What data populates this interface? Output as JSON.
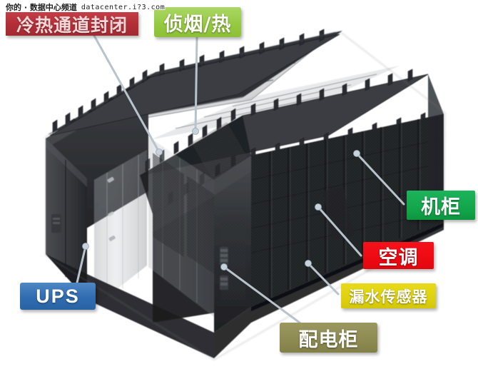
{
  "image": {
    "subject": "data-center-isometric-render",
    "description": "数据中心机柜阵列立体示意图",
    "background_color": "#ffffff"
  },
  "watermark": {
    "site_cn": "你的 · 数据中心频道",
    "url": "datacenter.i?3.com"
  },
  "annotations": [
    {
      "id": "aisle",
      "label": "冷热通道封闭",
      "color": "#ab1f28",
      "text_color": "#f3d4d6",
      "leader": "from-bottom-right"
    },
    {
      "id": "smoke",
      "label": "侦烟/热",
      "color": "#95c93f",
      "text_color": "#ffffff",
      "leader": "from-bottom"
    },
    {
      "id": "rack",
      "label": "机柜",
      "color": "#12a348",
      "text_color": "#ffffff",
      "leader": "from-left"
    },
    {
      "id": "hvac",
      "label": "空调",
      "color": "#ec0a13",
      "text_color": "#ffffff",
      "leader": "from-left"
    },
    {
      "id": "leak",
      "label": "漏水传感器",
      "color": "#ded10f",
      "text_color": "#ffffff",
      "leader": "from-left"
    },
    {
      "id": "pdu",
      "label": "配电柜",
      "color": "#8d8b51",
      "text_color": "#ffffff",
      "leader": "from-top-left"
    },
    {
      "id": "ups",
      "label": "UPS",
      "color": "#2f6cb0",
      "text_color": "#ffffff",
      "leader": "from-top-right"
    }
  ]
}
